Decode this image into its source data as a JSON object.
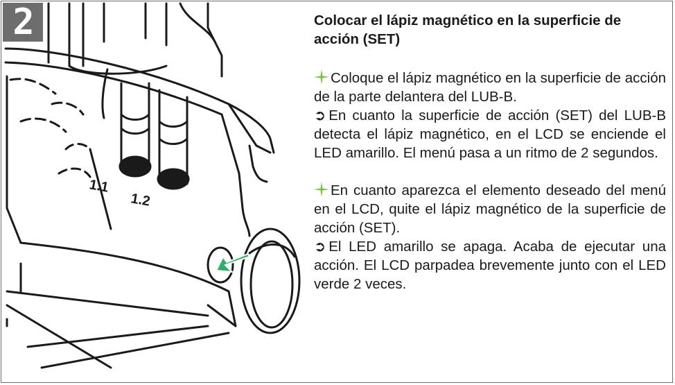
{
  "step": {
    "number": "2"
  },
  "heading": "Colocar el lápiz magnético en la superficie de acción (SET)",
  "instructions": [
    {
      "kind": "action",
      "icon": "star-icon",
      "text": "Coloque el lápiz magnético en la superficie de acción de la parte delantera del LUB-B."
    },
    {
      "kind": "result",
      "icon": "arrow-right-icon",
      "text": "En cuanto la superficie de acción (SET) del LUB-B detecta el lápiz magnético, en el LCD se enciende el LED amarillo. El menú pasa a un ritmo de 2 segundos."
    },
    {
      "kind": "action",
      "icon": "star-icon",
      "text": "En cuanto aparezca el elemento deseado del menú en el LCD, quite el lápiz magnético de la superficie de acción (SET)."
    },
    {
      "kind": "result",
      "icon": "arrow-right-icon",
      "text": "El LED amarillo se apaga. Acaba de ejecutar una acción. El LCD parpadea brevemente junto con el LED verde 2 veces."
    }
  ],
  "illustration": {
    "port_labels": [
      "1.1",
      "1.2"
    ],
    "colors": {
      "accent_green": "#2fae6a",
      "star_green": "#7dc242",
      "line": "#1a1a1a",
      "badge": "#6d6d6d"
    }
  },
  "glyphs": {
    "result_arrow": "➲"
  }
}
